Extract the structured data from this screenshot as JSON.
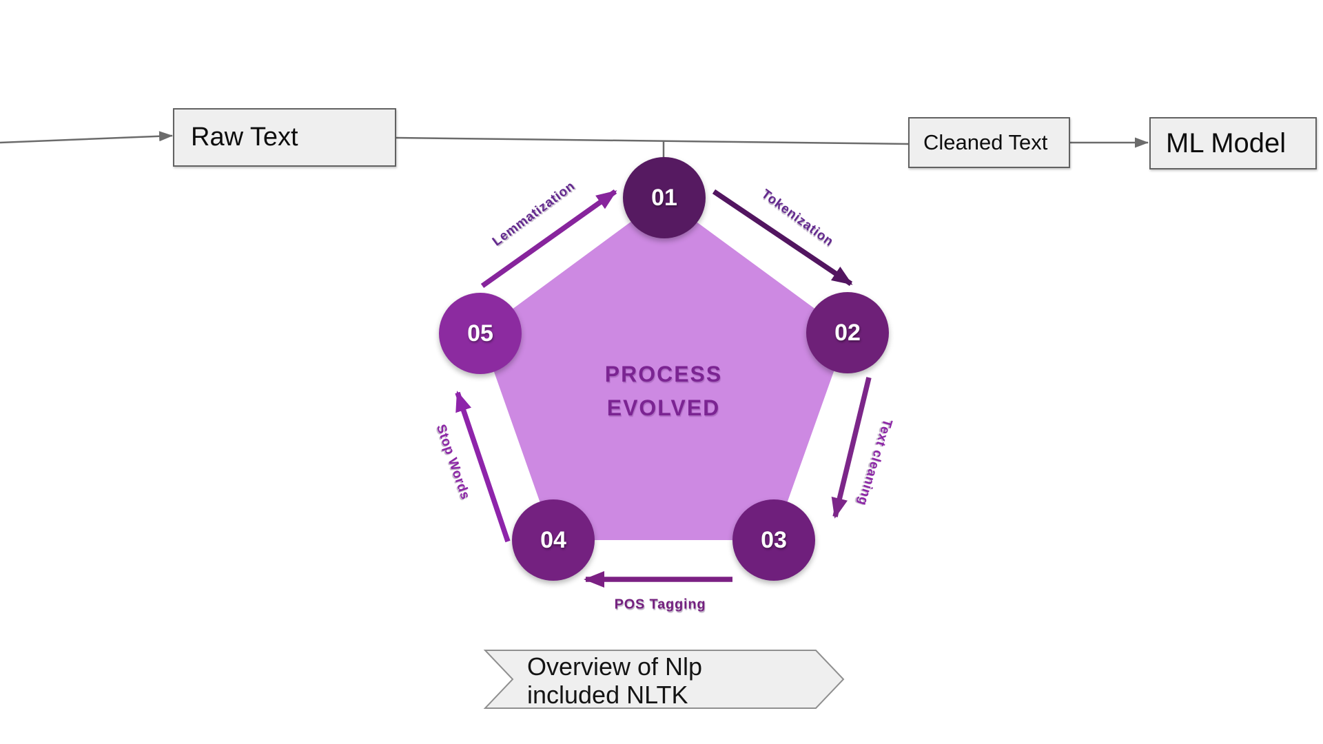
{
  "flow": {
    "raw_text_label": "Raw Text",
    "cleaned_text_label": "Cleaned Text",
    "ml_model_label": "ML Model",
    "connector_color": "#6B6B6B"
  },
  "diagram": {
    "title_line1": "PROCESS",
    "title_line2": "EVOLVED",
    "title_color": "#7B2492",
    "pentagon_color": "#CD89E2",
    "steps": [
      {
        "number": "01",
        "color": "#561A61"
      },
      {
        "number": "02",
        "color": "#6E2078"
      },
      {
        "number": "03",
        "color": "#6F1F7C"
      },
      {
        "number": "04",
        "color": "#742180"
      },
      {
        "number": "05",
        "color": "#8C2BA0"
      }
    ],
    "transitions": [
      {
        "label": "Lemmatization",
        "from": "05",
        "to": "01",
        "arrow_color": "#87249C",
        "label_color": "#63298E"
      },
      {
        "label": "Tokenization",
        "from": "01",
        "to": "02",
        "arrow_color": "#521560",
        "label_color": "#63298E"
      },
      {
        "label": "Text cleaning",
        "from": "02",
        "to": "03",
        "arrow_color": "#7C2689",
        "label_color": "#8C26A6"
      },
      {
        "label": "POS Tagging",
        "from": "03",
        "to": "04",
        "arrow_color": "#7B2083",
        "label_color": "#731F7E"
      },
      {
        "label": "Stop Words",
        "from": "04",
        "to": "05",
        "arrow_color": "#8E24AA",
        "label_color": "#8C26A6"
      }
    ]
  },
  "banner": {
    "line1": "Overview of Nlp",
    "line2": "included NLTK",
    "fill": "#EFEFEF",
    "border": "#8F8F8F"
  }
}
